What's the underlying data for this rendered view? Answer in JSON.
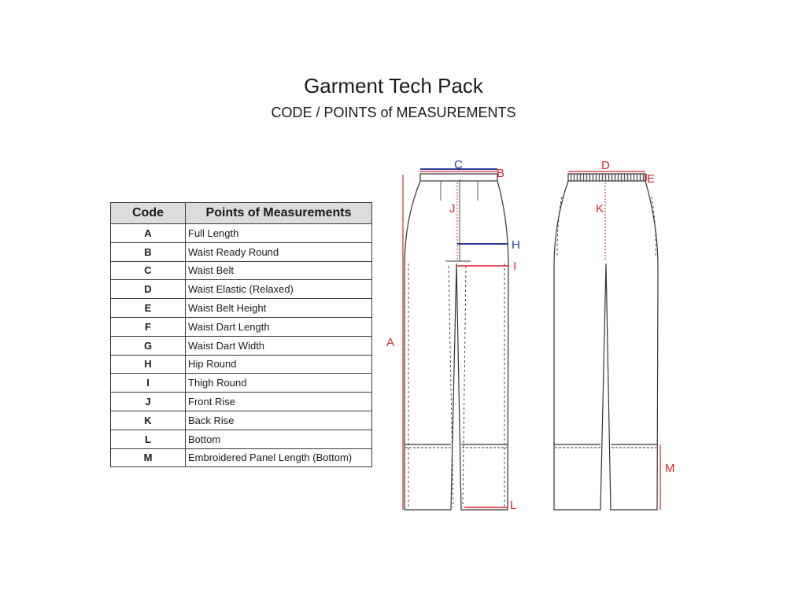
{
  "header": {
    "title": "Garment Tech Pack",
    "subtitle": "CODE / POINTS of MEASUREMENTS"
  },
  "table": {
    "headers": [
      "Code",
      "Points of Measurements"
    ],
    "rows": [
      {
        "code": "A",
        "name": "Full Length"
      },
      {
        "code": "B",
        "name": "Waist Ready Round"
      },
      {
        "code": "C",
        "name": "Waist Belt"
      },
      {
        "code": "D",
        "name": "Waist Elastic (Relaxed)"
      },
      {
        "code": "E",
        "name": "Waist Belt Height"
      },
      {
        "code": "F",
        "name": "Waist Dart Length"
      },
      {
        "code": "G",
        "name": "Waist Dart Width"
      },
      {
        "code": "H",
        "name": "Hip Round"
      },
      {
        "code": "I",
        "name": "Thigh Round"
      },
      {
        "code": "J",
        "name": "Front Rise"
      },
      {
        "code": "K",
        "name": "Back Rise"
      },
      {
        "code": "L",
        "name": "Bottom"
      },
      {
        "code": "M",
        "name": "Embroidered Panel Length (Bottom)"
      }
    ]
  },
  "diagram_labels": {
    "A": "A",
    "B": "B",
    "C": "C",
    "D": "D",
    "E": "E",
    "H": "H",
    "I": "I",
    "J": "J",
    "K": "K",
    "L": "L",
    "M": "M"
  },
  "colors": {
    "measure_red": "#d9232e",
    "measure_blue": "#2b3990",
    "outline": "#333333"
  }
}
